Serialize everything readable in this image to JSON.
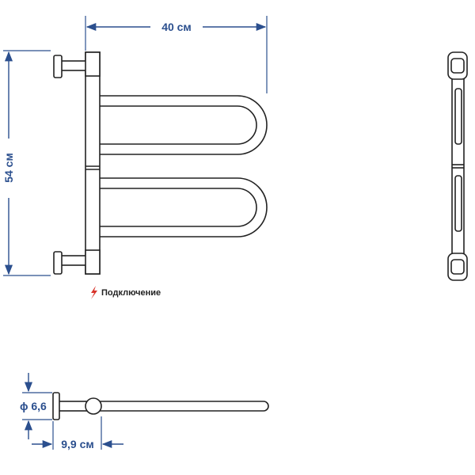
{
  "dimensions": {
    "width_label": "40 см",
    "height_label": "54 см",
    "diameter_label": "ϕ 6,6",
    "depth_label": "9,9 см"
  },
  "note": {
    "connection_label": "Подключение",
    "icon": "lightning-icon"
  },
  "colors": {
    "dimension": "#2b4f8e",
    "outline": "#222222",
    "lightning": "#d8332a"
  }
}
